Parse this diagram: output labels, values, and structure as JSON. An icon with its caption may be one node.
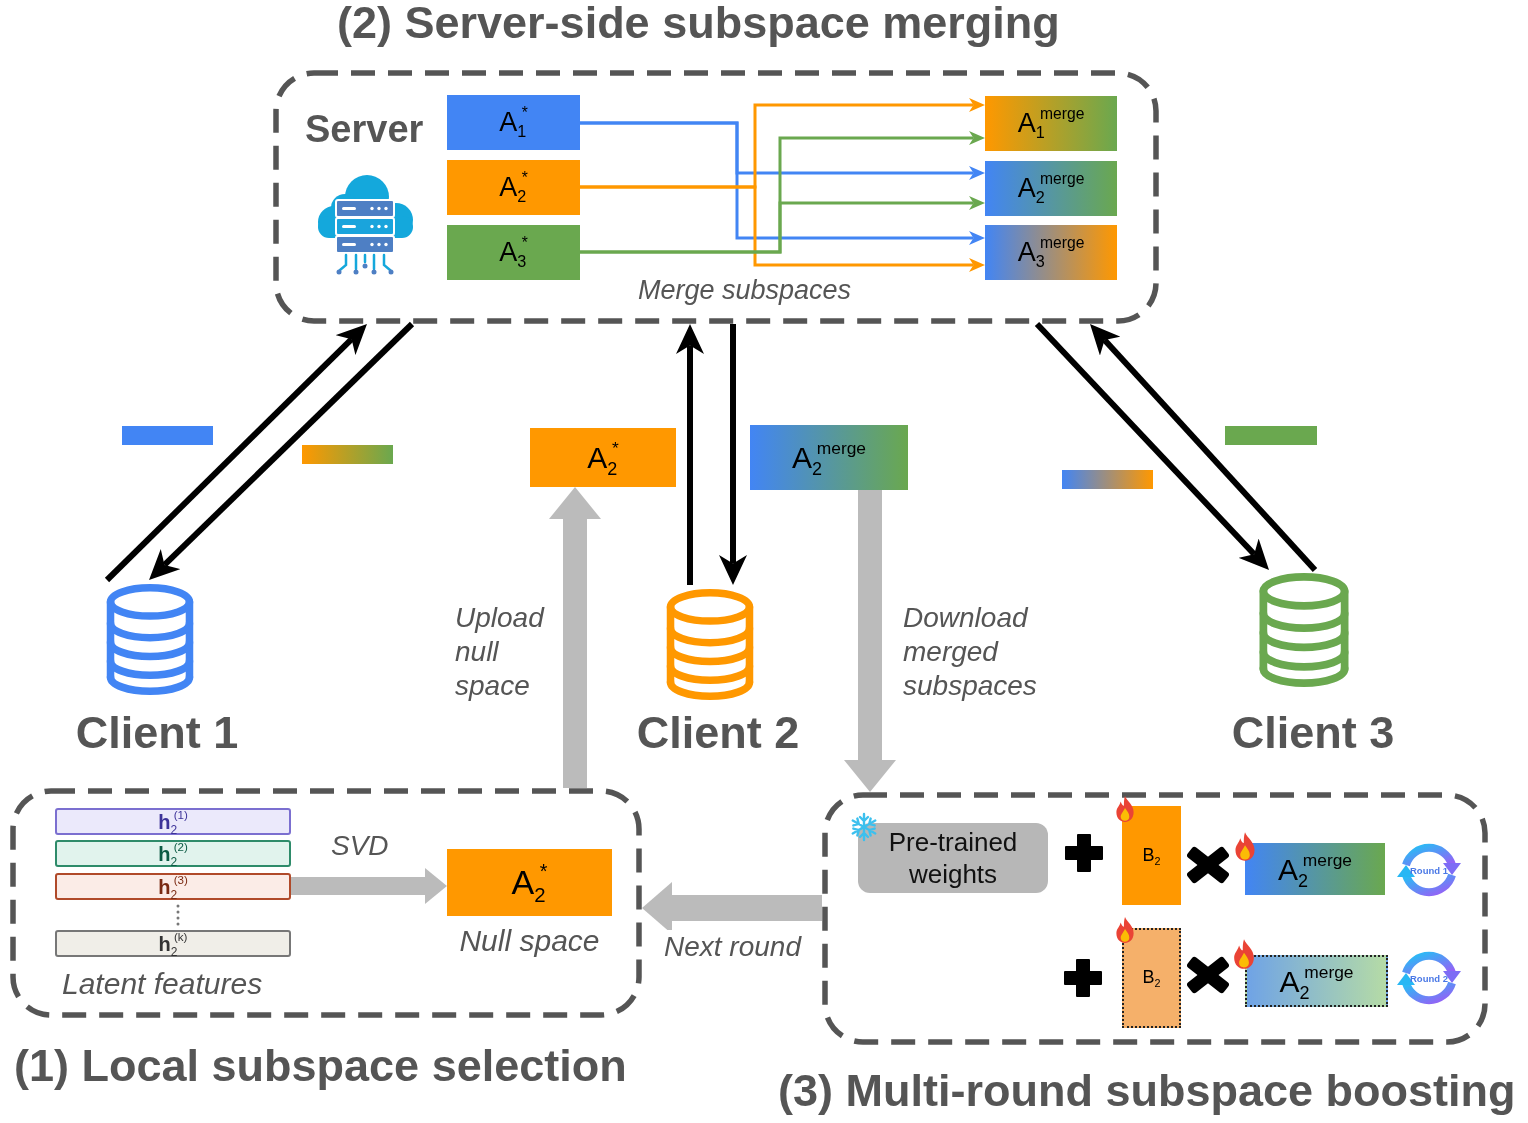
{
  "diagram": {
    "nodes": [
      {
        "text": [
          "(2) Server-side subspace merging",
          "Server"
        ]
      },
      {
        "text": [
          "A$_{1}$$^{*}$"
        ],
        "in": 0
      },
      {
        "text": [
          "A$_{2}$$^{*}$"
        ],
        "in": 0
      },
      {
        "text": [
          "A$_{3}$$^{*}$"
        ],
        "in": 0
      },
      {
        "text": [
          "A$_{1}$$^{merge}$"
        ],
        "in": 0
      },
      {
        "text": [
          "A$_{2}$$^{merge}$"
        ],
        "in": 0
      },
      {
        "text": [
          "A$_{3}$$^{merge}$"
        ],
        "in": 0
      },
      {
        "text": [],
        "shape": "bar"
      },
      {
        "text": [],
        "shape": "bar"
      },
      {
        "text": [
          "A$_{2}$$^{*}$"
        ]
      },
      {
        "text": [
          "A$_{2}$$^{merge}$"
        ]
      },
      {
        "text": [],
        "shape": "bar"
      },
      {
        "text": [],
        "shape": "bar"
      },
      {
        "text": [
          "Client 1"
        ]
      },
      {
        "text": [
          "Client 2"
        ]
      },
      {
        "text": [
          "Client 3"
        ]
      },
      {
        "text": [
          "(1) Local subspace selection"
        ]
      },
      {
        "text": [
          "**h**$_{2}$$^{(1)}$"
        ],
        "in": 16
      },
      {
        "text": [
          "**h**$_{2}$$^{(2)}$"
        ],
        "in": 16
      },
      {
        "text": [
          "**h**$_{2}$$^{(3)}$"
        ],
        "in": 16
      },
      {
        "text": [
          "**h**$_{2}$$^{(k)}$"
        ],
        "in": 16
      },
      {
        "text": [
          "A$_{2}$$^{*}$"
        ],
        "in": 16,
        "beside": [
          "Null space"
        ]
      },
      {
        "text": [
          "(3) Multi-round subspace boosting"
        ]
      },
      {
        "text": [
          "Pre-trained weights"
        ],
        "in": 22
      },
      {
        "text": [
          "B$_{2}$"
        ],
        "in": 22
      },
      {
        "text": [
          "A$_{2}$$^{merge}$"
        ],
        "in": 22
      },
      {
        "text": [
          "Round 1"
        ],
        "in": 22
      },
      {
        "text": [
          "B$_{2}$"
        ],
        "in": 22
      },
      {
        "text": [
          "A$_{2}$$^{merge}$"
        ],
        "in": 22
      },
      {
        "text": [
          "Round 2"
        ],
        "in": 22
      }
    ],
    "edges": [
      {
        "from": 1,
        "to": 5,
        "arrow": "to",
        "color": "#4285f4"
      },
      {
        "from": 1,
        "to": 6,
        "arrow": "to",
        "color": "#4285f4"
      },
      {
        "from": 2,
        "to": 4,
        "arrow": "to",
        "color": "#ff9800"
      },
      {
        "from": 2,
        "to": 6,
        "arrow": "to",
        "color": "#ff9800"
      },
      {
        "from": 3,
        "to": 4,
        "arrow": "to",
        "color": "#6aa84f"
      },
      {
        "from": 3,
        "to": 5,
        "arrow": "to",
        "color": "#6aa84f"
      },
      {
        "from": 13,
        "to": 0,
        "arrow": "to"
      },
      {
        "from": 0,
        "to": 13,
        "arrow": "to"
      },
      {
        "from": 14,
        "to": 0,
        "arrow": "to"
      },
      {
        "from": 0,
        "to": 14,
        "arrow": "to"
      },
      {
        "from": 0,
        "to": 15,
        "arrow": "to"
      },
      {
        "from": 15,
        "to": 0,
        "arrow": "to"
      },
      {
        "from": 16,
        "to": 9,
        "arrow": "to",
        "label": "Upload null space",
        "style": "thick",
        "color": "#bbbbbb"
      },
      {
        "from": 10,
        "to": 22,
        "arrow": "to",
        "label": "Download merged subspaces",
        "style": "thick",
        "color": "#bbbbbb"
      },
      {
        "from": 22,
        "to": 16,
        "arrow": "to",
        "label": "Next round",
        "style": "thick",
        "color": "#bbbbbb"
      },
      {
        "from": 19,
        "to": 21,
        "arrow": "to",
        "label": "SVD",
        "style": "thick",
        "color": "#bbbbbb"
      }
    ],
    "labels": [
      "Merge subspaces",
      "Latent features"
    ]
  }
}
